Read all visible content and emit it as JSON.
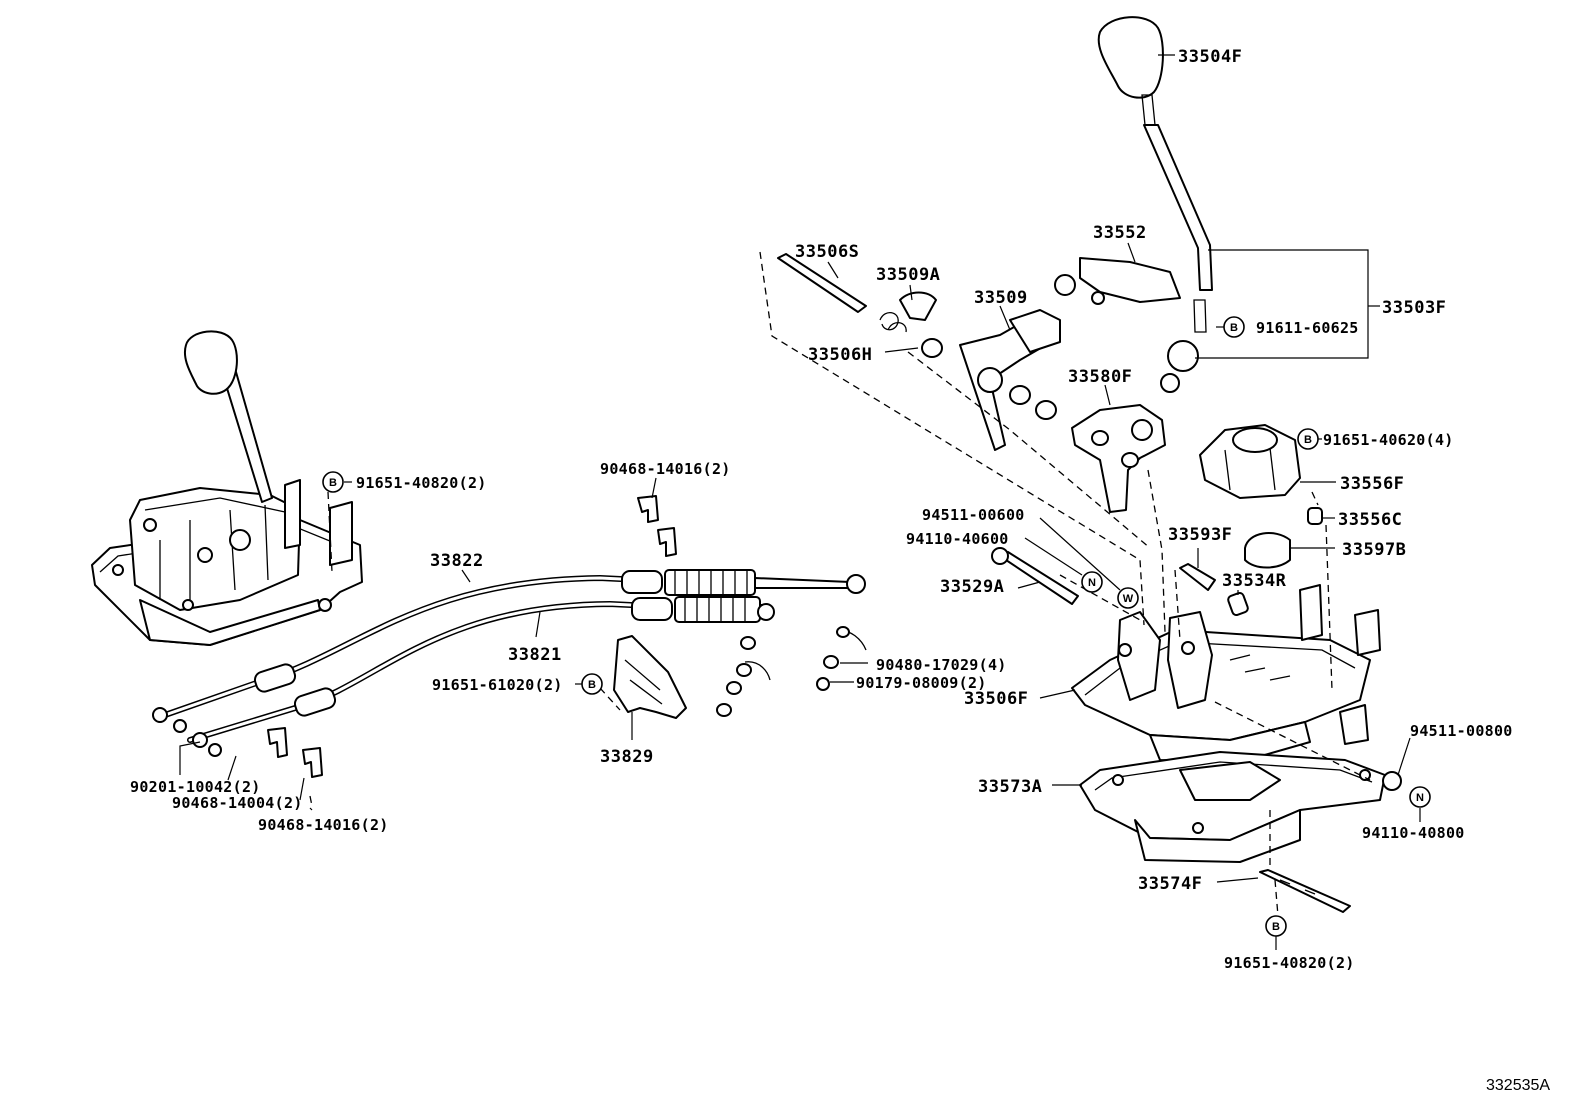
{
  "diagram": {
    "reference_code": "332535A",
    "labels": {
      "l33504F": "33504F",
      "l33503F": "33503F",
      "l33552": "33552",
      "l33506S": "33506S",
      "l33509A": "33509A",
      "l33509": "33509",
      "l33506H": "33506H",
      "l91611": "91611-60625",
      "l33580F": "33580F",
      "l91651_40620": "91651-40620(4)",
      "l33556F": "33556F",
      "l33556C": "33556C",
      "l94511_00600": "94511-00600",
      "l94110_40600": "94110-40600",
      "l33593F": "33593F",
      "l33597B": "33597B",
      "l33529A": "33529A",
      "l33534R": "33534R",
      "l33506F": "33506F",
      "l94511_00800": "94511-00800",
      "l33573A": "33573A",
      "l94110_40800": "94110-40800",
      "l33574F": "33574F",
      "l91651_40820b": "91651-40820(2)",
      "l91651_40820a": "91651-40820(2)",
      "l90468_14016a": "90468-14016(2)",
      "l33822": "33822",
      "l33821": "33821",
      "l91651_61020": "91651-61020(2)",
      "l33829": "33829",
      "l90480": "90480-17029(4)",
      "l90179": "90179-08009(2)",
      "l90201": "90201-10042(2)",
      "l90468_14004": "90468-14004(2)",
      "l90468_14016b": "90468-14016(2)"
    },
    "symbols": {
      "bolt": "B",
      "nut": "N",
      "washer": "W"
    }
  }
}
